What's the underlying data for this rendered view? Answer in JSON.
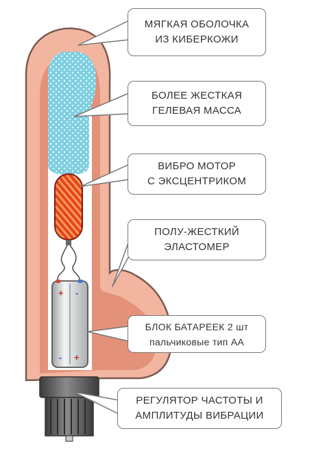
{
  "callouts": {
    "skin": "МЯГКАЯ ОБОЛОЧКА\nИЗ КИБЕРКОЖИ",
    "gel": "БОЛЕЕ ЖЕСТКАЯ\nГЕЛЕВАЯ МАССА",
    "motor": "ВИБРО МОТОР\nС ЭКСЦЕНТРИКОМ",
    "elastomer": "ПОЛУ-ЖЕСТКИЙ\nЭЛАСТОМЕР",
    "battery": "БЛОК БАТАРЕЕК 2 шт\nпальчиковые тип АА",
    "regulator": "РЕГУЛЯТОР ЧАСТОТЫ И\nАМПЛИТУДЫ ВИБРАЦИИ"
  },
  "battery_polarity": {
    "left_top": "+",
    "right_top": "-",
    "left_bottom": "-",
    "right_bottom": "+"
  },
  "colors": {
    "outer_skin": "#f2b6a0",
    "inner_shell": "#e4917a",
    "gel": "#7ecfe0",
    "motor": "#e23b22",
    "battery": "#cfd3d4",
    "regulator": "#5b5b5b"
  }
}
